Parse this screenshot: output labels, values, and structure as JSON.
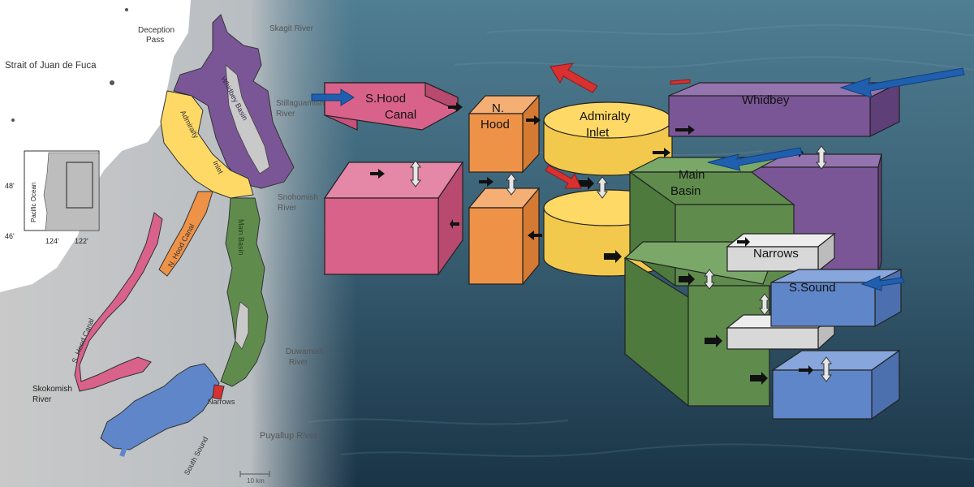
{
  "map": {
    "labels": {
      "strait": "Strait of Juan de Fuca",
      "deception": "Deception",
      "pass": "Pass",
      "skagit": "Skagit River",
      "stillaguamish": "Stillaguamish",
      "stillaguamish_river": "River",
      "snohomish": "Snohomish",
      "snohomish_river": "River",
      "duwamish": "Duwamish",
      "duwamish_river": "River",
      "puyallup": "Puyallup River",
      "skokomish": "Skokomish",
      "skokomish_river": "River",
      "admiralty": "Admiralty",
      "inlet": "Inlet",
      "whidbey_basin": "Whidbey Basin",
      "main_basin": "Main Basin",
      "n_hood_canal": "N. Hood Canal",
      "s_hood_canal": "S. Hood Canal",
      "narrows": "Narrows",
      "south_sound": "South Sound",
      "scale": "10 km"
    },
    "inset": {
      "lat_48": "48'",
      "lat_46": "46'",
      "lon_124": "124'",
      "lon_122": "122'",
      "ocean": "Pacific Ocean"
    }
  },
  "diagram": {
    "boxes": {
      "s_hood_l1": "S.Hood",
      "s_hood_l2": "Canal",
      "n_hood_l1": "N.",
      "n_hood_l2": "Hood",
      "admiralty_l1": "Admiralty",
      "admiralty_l2": "Inlet",
      "whidbey": "Whidbey",
      "main_l1": "Main",
      "main_l2": "Basin",
      "narrows": "Narrows",
      "s_sound": "S.Sound"
    }
  },
  "colors": {
    "s_hood": "#d9628a",
    "n_hood": "#ee9248",
    "admiralty": "#ffd966",
    "whidbey": "#7a5696",
    "main_basin": "#5f8c4d",
    "south_sound": "#5f86c8",
    "narrows": "#d8d8d8",
    "inflow_arrow": "#1f5fae",
    "outflow_arrow": "#d93030"
  }
}
